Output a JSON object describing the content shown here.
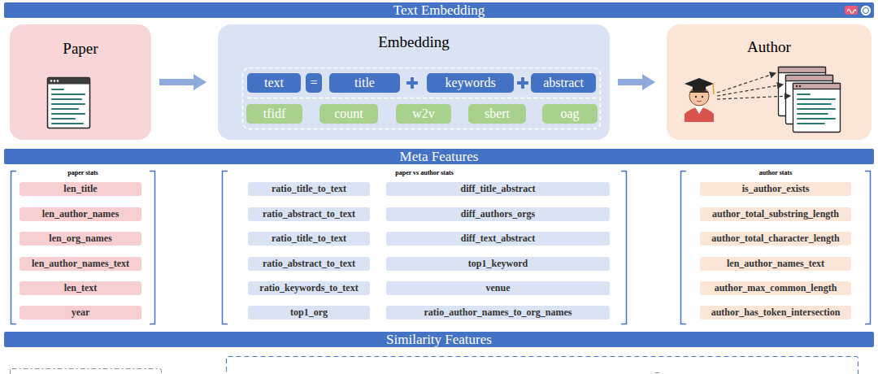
{
  "diagram": {
    "nodes": [
      {
        "text": [
          "Text Embedding"
        ]
      },
      {
        "text": [
          "Paper"
        ]
      },
      {
        "text": [
          "Embedding"
        ]
      },
      {
        "text": [
          "text"
        ],
        "in": 2
      },
      {
        "text": [
          "="
        ],
        "in": 2
      },
      {
        "text": [
          "title"
        ],
        "in": 2
      },
      {
        "text": [
          "keywords"
        ],
        "in": 2
      },
      {
        "text": [
          "abstract"
        ],
        "in": 2
      },
      {
        "text": [
          "tfidf"
        ],
        "in": 2
      },
      {
        "text": [
          "count"
        ],
        "in": 2
      },
      {
        "text": [
          "w2v"
        ],
        "in": 2
      },
      {
        "text": [
          "sbert"
        ],
        "in": 2
      },
      {
        "text": [
          "oag"
        ],
        "in": 2
      },
      {
        "text": [
          "Author"
        ]
      },
      {
        "text": [
          "Meta Features"
        ]
      },
      {
        "text": [
          "paper stats"
        ]
      },
      {
        "text": [
          "len_title"
        ],
        "in": 15
      },
      {
        "text": [
          "len_author_names"
        ],
        "in": 15
      },
      {
        "text": [
          "len_org_names"
        ],
        "in": 15
      },
      {
        "text": [
          "len_author_names_text"
        ],
        "in": 15
      },
      {
        "text": [
          "len_text"
        ],
        "in": 15
      },
      {
        "text": [
          "year"
        ],
        "in": 15
      },
      {
        "text": [
          "paper vs author stats"
        ]
      },
      {
        "text": [
          "ratio_title_to_text"
        ],
        "in": 22
      },
      {
        "text": [
          "diff_title_abstract"
        ],
        "in": 22
      },
      {
        "text": [
          "ratio_abstract_to_text"
        ],
        "in": 22
      },
      {
        "text": [
          "diff_authors_orgs"
        ],
        "in": 22
      },
      {
        "text": [
          "ratio_title_to_text"
        ],
        "in": 22
      },
      {
        "text": [
          "diff_text_abstract"
        ],
        "in": 22
      },
      {
        "text": [
          "ratio_abstract_to_text"
        ],
        "in": 22
      },
      {
        "text": [
          "top1_keyword"
        ],
        "in": 22
      },
      {
        "text": [
          "ratio_keywords_to_text"
        ],
        "in": 22
      },
      {
        "text": [
          "venue"
        ],
        "in": 22
      },
      {
        "text": [
          "top1_org"
        ],
        "in": 22
      },
      {
        "text": [
          "ratio_author_names_to_org_names"
        ],
        "in": 22
      },
      {
        "text": [
          "author stats"
        ]
      },
      {
        "text": [
          "is_author_exists"
        ],
        "in": 35
      },
      {
        "text": [
          "author_total_substring_length"
        ],
        "in": 35
      },
      {
        "text": [
          "author_total_character_length"
        ],
        "in": 35
      },
      {
        "text": [
          "len_author_names_text"
        ],
        "in": 35
      },
      {
        "text": [
          "author_max_common_length"
        ],
        "in": 35
      },
      {
        "text": [
          "author_has_token_intersection"
        ],
        "in": 35
      },
      {
        "text": [
          "Similarity Features"
        ]
      }
    ],
    "edges": [
      {
        "from": 1,
        "to": 2,
        "arrow": "to"
      },
      {
        "from": 2,
        "to": 13,
        "arrow": "to"
      }
    ]
  }
}
